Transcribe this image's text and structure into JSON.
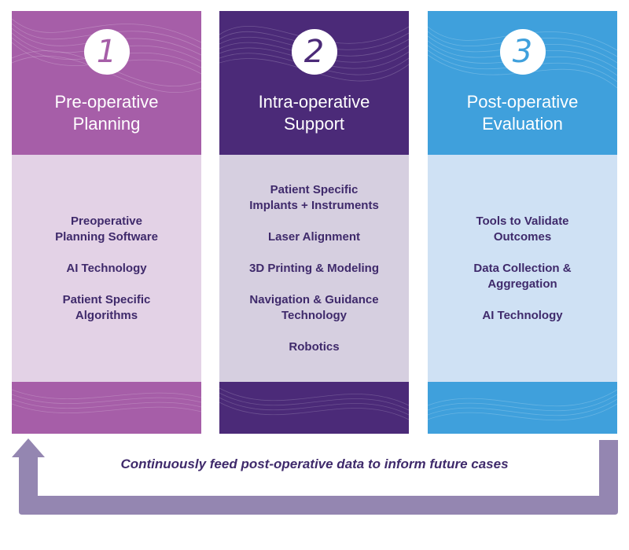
{
  "columns": [
    {
      "number": "1",
      "title_line1": "Pre-operative",
      "title_line2": "Planning",
      "items": [
        {
          "line1": "Preoperative",
          "line2": "Planning Software"
        },
        {
          "line1": "AI Technology",
          "line2": ""
        },
        {
          "line1": "Patient Specific",
          "line2": "Algorithms"
        }
      ]
    },
    {
      "number": "2",
      "title_line1": "Intra-operative",
      "title_line2": "Support",
      "items": [
        {
          "line1": "Patient Specific",
          "line2": "Implants + Instruments"
        },
        {
          "line1": "Laser Alignment",
          "line2": ""
        },
        {
          "line1": "3D Printing & Modeling",
          "line2": ""
        },
        {
          "line1": "Navigation & Guidance",
          "line2": "Technology"
        },
        {
          "line1": "Robotics",
          "line2": ""
        }
      ]
    },
    {
      "number": "3",
      "title_line1": "Post-operative",
      "title_line2": "Evaluation",
      "items": [
        {
          "line1": "Tools to Validate",
          "line2": "Outcomes"
        },
        {
          "line1": "Data Collection &",
          "line2": "Aggregation"
        },
        {
          "line1": "AI Technology",
          "line2": ""
        }
      ]
    }
  ],
  "feedback": {
    "caption": "Continuously feed post-operative data to inform future cases"
  },
  "colors": {
    "col1_header": "#a65ea8",
    "col1_body": "#e3d2e6",
    "col2_header": "#4b2a78",
    "col2_body": "#d6cfe0",
    "col3_header": "#3fa0dc",
    "col3_body": "#cfe1f4",
    "text_dark": "#3f2a6b",
    "arrow": "#9486b1"
  }
}
